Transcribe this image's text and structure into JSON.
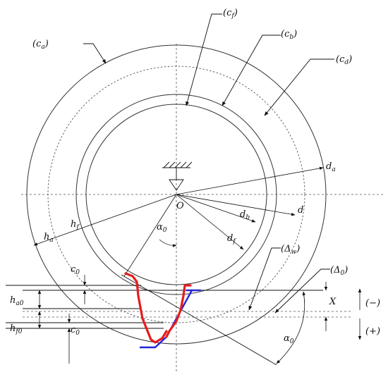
{
  "labels": {
    "ca": "(c",
    "ca_sub": "a",
    "ca_close": ")",
    "cf": "(c",
    "cf_sub": "f",
    "cf_close": ")",
    "cb": "(c",
    "cb_sub": "b",
    "cb_close": ")",
    "cd": "(c",
    "cd_sub": "d",
    "cd_close": ")",
    "da": "d",
    "da_sub": "a",
    "d": "d",
    "db": "d",
    "db_sub": "b",
    "df": "d",
    "df_sub": "f",
    "ha": "h",
    "ha_sub": "a",
    "hf": "h",
    "hf_sub": "f",
    "alpha0": "α",
    "alpha0_sub": "0",
    "origin": "O",
    "c0_upper": "c",
    "c0_upper_sub": "0",
    "ha0": "h",
    "ha0_sub": "a0",
    "hf0": "h",
    "hf0_sub": "f0",
    "c0_lower": "c",
    "c0_lower_sub": "0",
    "delta_w": "(Δ",
    "delta_w_sub": "w",
    "delta_w_close": ")",
    "delta_0": "(Δ",
    "delta_0_sub": "0",
    "delta_0_close": ")",
    "X": "X",
    "minus": "(−)",
    "plus": "(+)",
    "alpha0_right": "α",
    "alpha0_right_sub": "0"
  },
  "colors": {
    "tooth_profile": "#e51d1d",
    "rack_profile": "#2424d6",
    "lines": "#111111"
  }
}
